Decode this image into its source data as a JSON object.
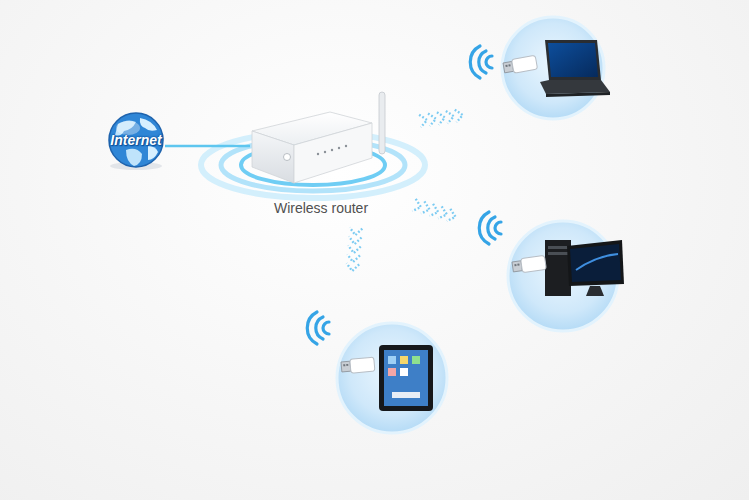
{
  "diagram": {
    "nodes": [
      {
        "text": [
          "Internet"
        ]
      },
      {
        "text": [
          "Wireless router"
        ]
      }
    ],
    "edges": [
      {
        "from": 0,
        "to": 1,
        "arrow": "none"
      }
    ]
  }
}
